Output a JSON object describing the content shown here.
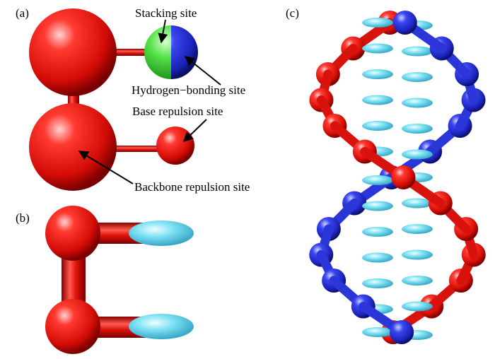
{
  "panels": {
    "a": {
      "label": "(a)"
    },
    "b": {
      "label": "(b)"
    },
    "c": {
      "label": "(c)"
    }
  },
  "annotations": {
    "stacking_site": "Stacking site",
    "hydrogen_bonding_site": "Hydrogen−bonding site",
    "base_repulsion_site": "Base repulsion site",
    "backbone_repulsion_site": "Backbone repulsion site"
  },
  "colors": {
    "backbone": "#e8120f",
    "strand2": "#2a36e0",
    "stacking": "#3fd23a",
    "hbond": "#2b48e6",
    "base_ellipsoid": "#5fd6ee"
  }
}
